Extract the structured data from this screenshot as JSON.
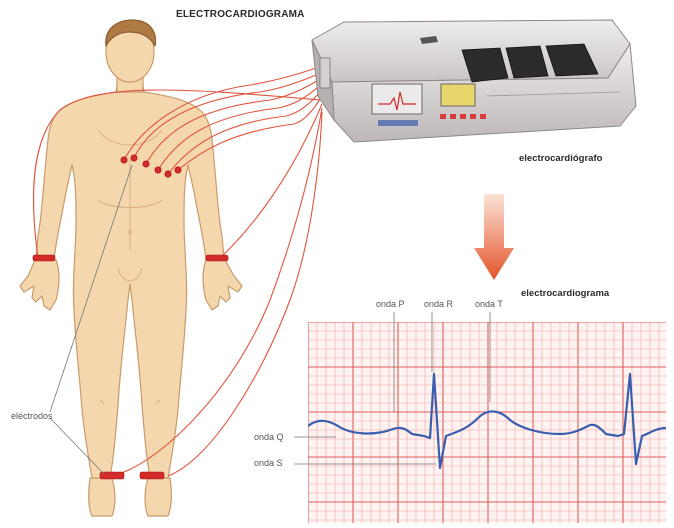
{
  "title": "ELECTROCARDIOGRAMA",
  "device_label": "electrocardiógrafo",
  "ecg_label": "electrocardiograma",
  "electrodes_label": "eléctrodos",
  "waves": {
    "p": "onda P",
    "r": "onda R",
    "t": "onda T",
    "q": "onda Q",
    "s": "onda S"
  },
  "colors": {
    "skin": "#f5d7ad",
    "skin_outline": "#c89a6a",
    "wire": "#e0553f",
    "electrode": "#d42a2a",
    "grid_minor": "#f2a3a3",
    "grid_major": "#e05c5c",
    "trace": "#3a5dae",
    "device_body": "#e9e6e6",
    "device_top": "#cfcaca",
    "arrow": "#e86a3a"
  },
  "icons": [
    "human-body-figure",
    "ecg-device-icon",
    "down-arrow-icon"
  ]
}
